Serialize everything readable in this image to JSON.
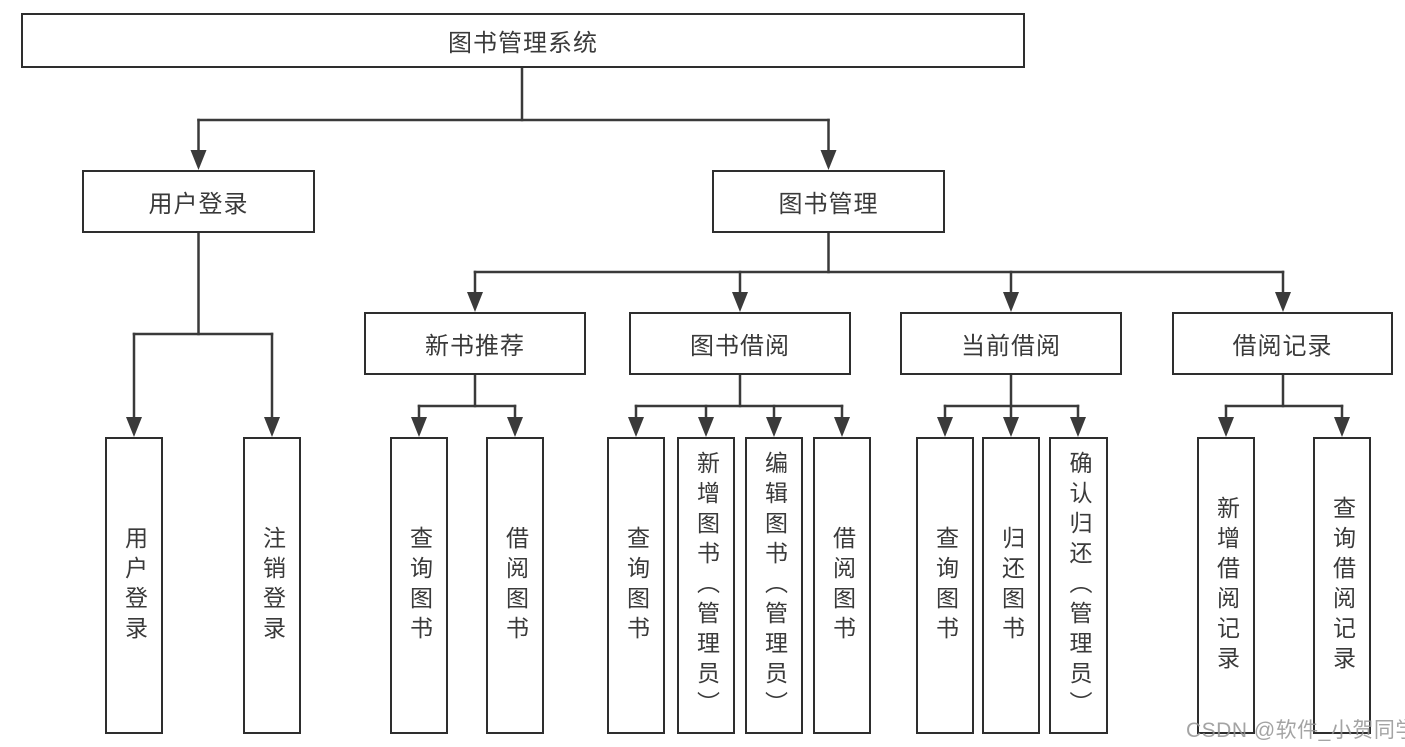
{
  "diagram": {
    "type": "feature-structure-tree",
    "colors": {
      "line": "#3a3a3a",
      "border": "#2e2e2e",
      "text": "#3a3a3a",
      "background": "#ffffff"
    },
    "tree": {
      "label": "图书管理系统",
      "children": [
        {
          "label": "用户登录",
          "children": [
            {
              "label": "用户登录"
            },
            {
              "label": "注销登录"
            }
          ]
        },
        {
          "label": "图书管理",
          "children": [
            {
              "label": "新书推荐",
              "children": [
                {
                  "label": "查询图书"
                },
                {
                  "label": "借阅图书"
                }
              ]
            },
            {
              "label": "图书借阅",
              "children": [
                {
                  "label": "查询图书"
                },
                {
                  "label": "新增图书（管理员）"
                },
                {
                  "label": "编辑图书（管理员）"
                },
                {
                  "label": "借阅图书"
                }
              ]
            },
            {
              "label": "当前借阅",
              "children": [
                {
                  "label": "查询图书"
                },
                {
                  "label": "归还图书"
                },
                {
                  "label": "确认归还（管理员）"
                }
              ]
            },
            {
              "label": "借阅记录",
              "children": [
                {
                  "label": "新增借阅记录"
                },
                {
                  "label": "查询借阅记录"
                }
              ]
            }
          ]
        }
      ]
    }
  },
  "watermark": {
    "text": "CSDN @软件_小贺同学",
    "color": "#949494"
  }
}
